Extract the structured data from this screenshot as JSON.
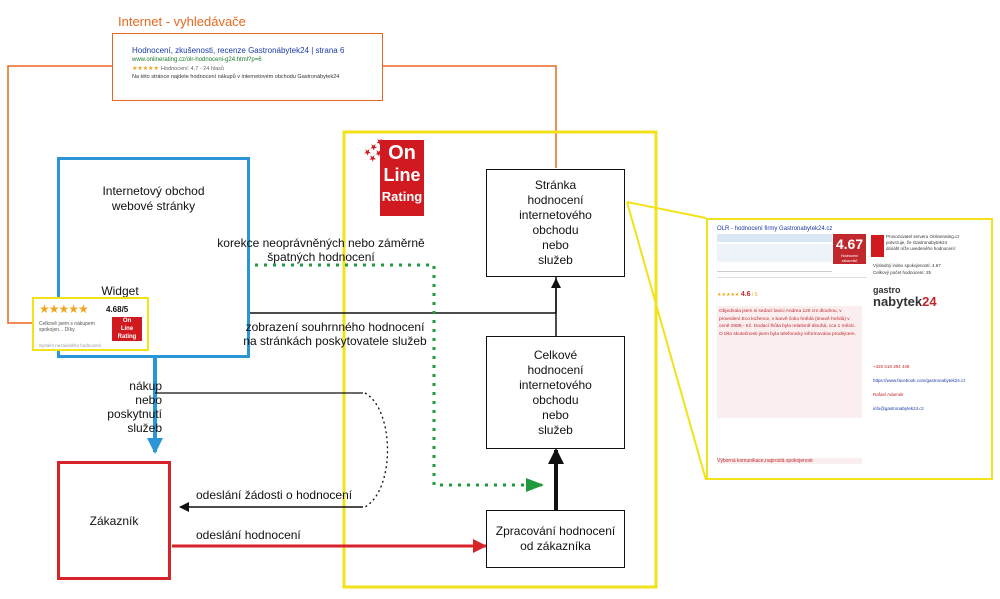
{
  "search": {
    "caption": "Internet - vyhledávače",
    "result_title": "Hodnocení, zkušenosti, recenze Gastronábytek24 | strana 6",
    "result_url": "www.onlinerating.cz/olr-hodnoceni-g24.html?p=6",
    "result_rating": "Hodnocení: 4,7 - 24 hlasů",
    "result_snippet": "Na této stránce najdete hodnocení nákupů v internetovém obchodu Gastronábytek24"
  },
  "logo": {
    "line1": "On",
    "line2": "Line",
    "line3": "Rating"
  },
  "shop": {
    "title_line1": "Internetový obchod",
    "title_line2": "webové stránky",
    "widget_caption": "Widget",
    "widget_score": "4.68/5",
    "widget_text1": "Celkově jsem s nákupem",
    "widget_text2": "spokojen... Díky.",
    "widget_footer": "Systém nezávislého hodnocení"
  },
  "customer": {
    "title": "Zákazník"
  },
  "boxes": {
    "page": [
      "Stránka",
      "hodnocení",
      "internetového",
      "obchodu",
      "nebo",
      "služeb"
    ],
    "overall": [
      "Celkové",
      "hodnocení",
      "internetového",
      "obchodu",
      "nebo",
      "služeb"
    ],
    "processing": [
      "Zpracování hodnocení",
      "od zákazníka"
    ]
  },
  "labels": {
    "correction": [
      "korekce neoprávněných nebo záměrně",
      "špatných hodnocení"
    ],
    "display": [
      "zobrazení souhrnného hodnocení",
      "na stránkách poskytovatele služeb"
    ],
    "purchase": [
      "nákup",
      "nebo",
      "poskytnutí",
      "služeb"
    ],
    "request": "odeslání žádosti o hodnocení",
    "send": "odeslání hodnocení"
  },
  "preview": {
    "header": "OLR - hodnocení firmy Gastronabytek24.cz",
    "score": "4.67",
    "score_caption": "Hodnocení zákazníků",
    "intro_1": "Provozovatel serveru Onlinerating.cz",
    "intro_2": "potvrzuje, že Gastronabytek24",
    "intro_3": "dosáhl níže uvedeného hodnocení:",
    "bullet_1": "Výsledný index spokojenosti: 4.67",
    "bullet_2": "Celkový počet hodnocení: 25",
    "brand_1": "gastro",
    "brand_2": "nabytek",
    "brand_3": "24",
    "review_score": "4.6",
    "review_score_2": "5",
    "review_text": "Objednala jsem si sedací lavici Andrea 120 cm dlouhou, v provedení Eco kožence, v barvě čoko hnědá (tmavě hnědá) v ceně 2989,- Kč. Dodací lhůta byla relativně dlouhá, cca 1 měsíc. O této skutečnosti jsem byla telefonicky informována prodejcem.",
    "review2_text": "Výborná komunikace,naprostá spokojenost",
    "contact_phone": "+420 518 384 448",
    "contact_mail": "info@gastronabytek24.cz",
    "contact_fb": "https://www.facebook.com/gastronabytek24.cz",
    "contact_name": "Rafael Adamek"
  },
  "colors": {
    "orange": "#e8691e",
    "blue": "#2a96d6",
    "red": "#d8222a",
    "yellow": "#f2e21a",
    "green": "#1f9a3c",
    "black": "#111111"
  }
}
